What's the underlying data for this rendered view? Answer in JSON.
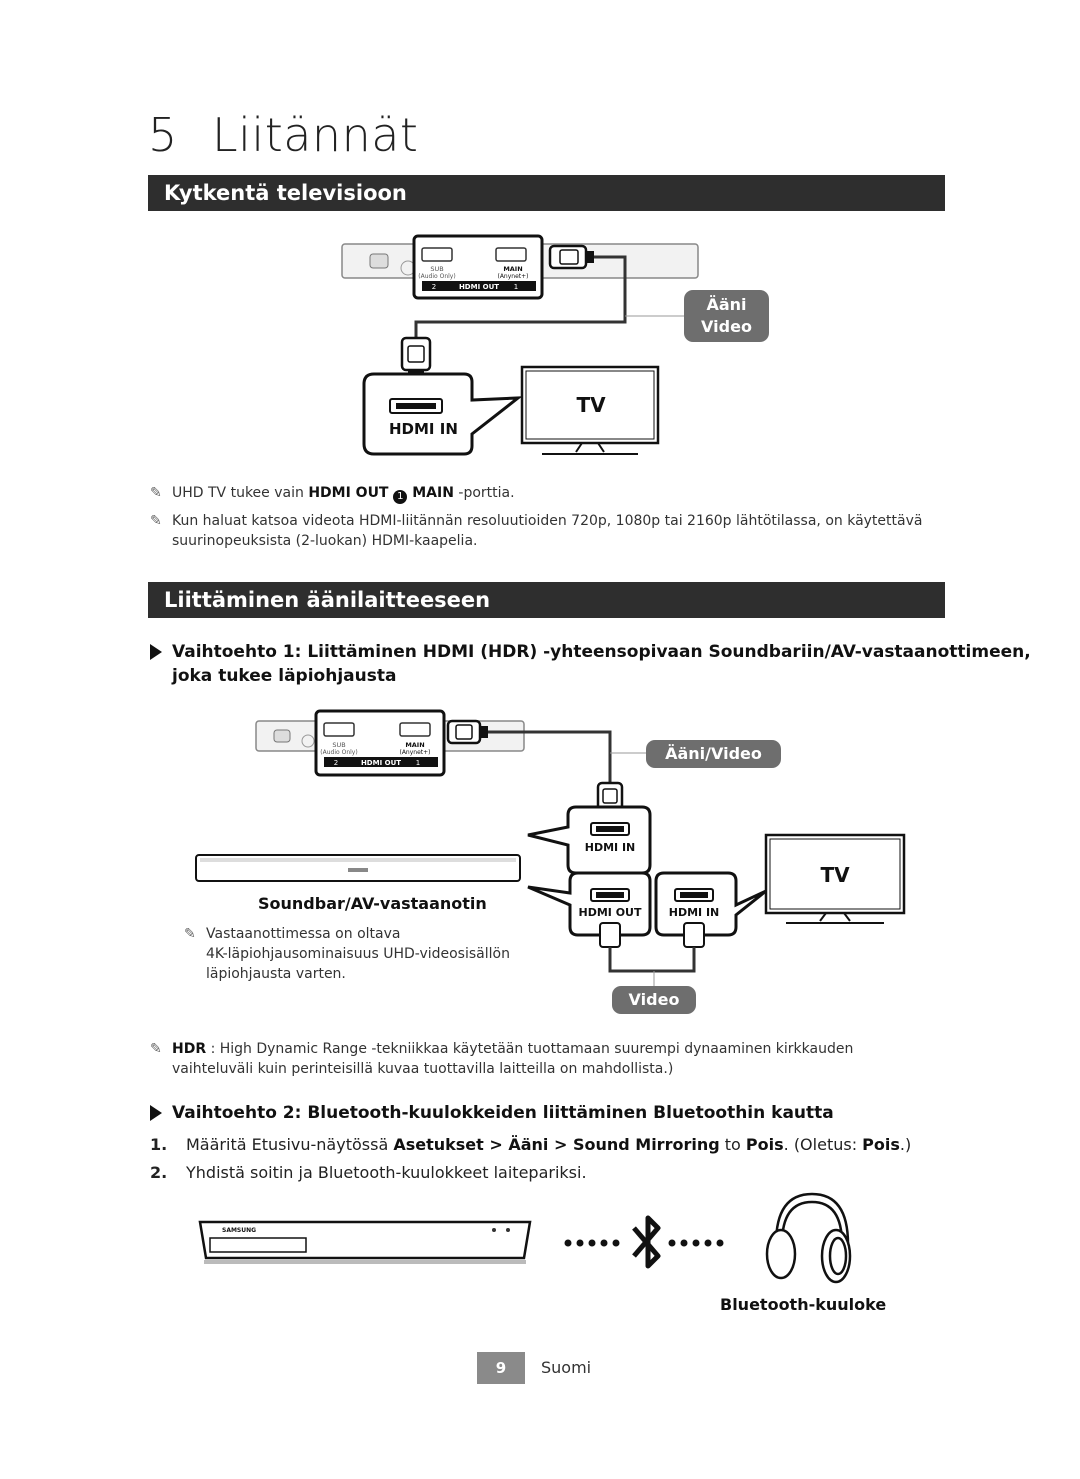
{
  "chapter": {
    "number": "5",
    "title": "Liitännät"
  },
  "section1": {
    "title": "Kytkentä televisioon",
    "diagram": {
      "port_sub": "SUB",
      "port_sub_sub": "(Audio Only)",
      "port_main": "MAIN",
      "port_main_sub": "(Anynet+)",
      "hdmi_out_label": "HDMI OUT",
      "num_2": "2",
      "num_1": "1",
      "pill_line1": "Ääni",
      "pill_line2": "Video",
      "hdmi_in": "HDMI IN",
      "tv": "TV"
    },
    "notes": [
      {
        "pre": "UHD TV tukee vain ",
        "b1": "HDMI OUT ",
        "num": "1",
        "b2": " MAIN",
        "post": " -porttia."
      },
      {
        "line1": "Kun haluat katsoa videota HDMI-liitännän resoluutioiden 720p, 1080p tai 2160p lähtötilassa, on käytettävä",
        "line2": "suurinopeuksista (2-luokan) HDMI-kaapelia."
      }
    ]
  },
  "section2": {
    "title": "Liittäminen äänilaitteeseen",
    "option1": {
      "line1": "Vaihtoehto 1: Liittäminen HDMI (HDR) -yhteensopivaan Soundbariin/AV-vastaanottimeen,",
      "line2": "joka tukee läpiohjausta"
    },
    "diagram": {
      "pill_top": "Ääni/Video",
      "hdmi_in": "HDMI IN",
      "hdmi_out": "HDMI OUT",
      "hdmi_in2": "HDMI IN",
      "soundbar_label": "Soundbar/AV-vastaanotin",
      "tv": "TV",
      "pill_bottom": "Video",
      "note_lines": [
        "Vastaanottimessa on oltava",
        "4K-läpiohjausominaisuus UHD-videosisällön",
        "läpiohjausta varten."
      ]
    },
    "hdr_note": {
      "b": "HDR",
      "line1": " : High Dynamic Range -tekniikkaa käytetään tuottamaan suurempi dynaaminen kirkkauden",
      "line2": "vaihteluväli kuin perinteisillä kuvaa tuottavilla laitteilla on mahdollista.)"
    },
    "option2": {
      "text": "Vaihtoehto 2: Bluetooth-kuulokkeiden liittäminen Bluetoothin kautta"
    },
    "steps": [
      {
        "num": "1.",
        "pre": "Määritä Etusivu-näytössä ",
        "b1": "Asetukset",
        "b2": "Ääni",
        "b3": "Sound Mirroring",
        "mid": " to ",
        "b4": "Pois",
        "mid2": ". (Oletus: ",
        "b5": "Pois",
        "post": ".)"
      },
      {
        "num": "2.",
        "text": "Yhdistä soitin ja Bluetooth-kuulokkeet laitepariksi."
      }
    ],
    "bt_label": "Bluetooth-kuuloke",
    "player_brand": "SAMSUNG"
  },
  "footer": {
    "page": "9",
    "language": "Suomi"
  }
}
